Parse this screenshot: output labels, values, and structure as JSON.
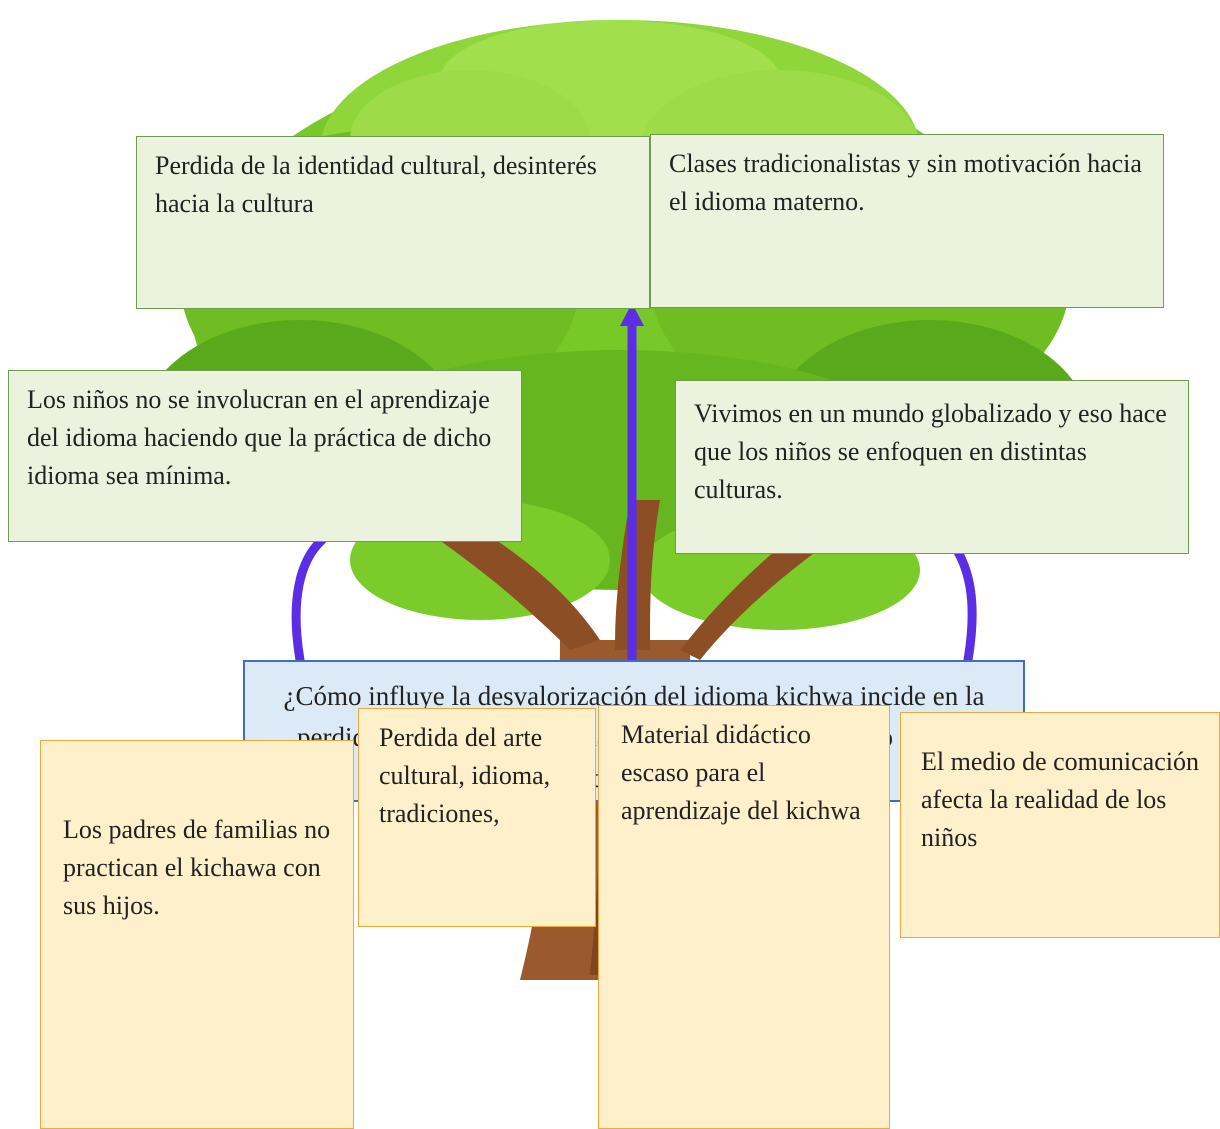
{
  "effects": {
    "top_left": "Perdida de la identidad cultural, desinterés hacia la cultura",
    "top_right": "Clases tradicionalistas y sin motivación hacia el idioma materno.",
    "mid_left": "Los niños no se involucran en el aprendizaje del idioma haciendo que la práctica de dicho idioma sea mínima.",
    "mid_right": "Vivimos en un mundo globalizado y eso hace que los niños se enfoquen en distintas culturas."
  },
  "problem": "¿Cómo influye la desvalorización del idioma kichwa incide en la perdida de la lengua materna de los niños de 6to y 7mo año de educación básica media de la Escuela",
  "causes": {
    "c1": "Los padres de familias no practican el kichawa con sus hijos.",
    "c2": "Perdida del arte cultural, idioma, tradiciones,",
    "c3": "Material didáctico escaso para el aprendizaje del kichwa",
    "c4": "El medio de comunicación afecta la realidad de los niños"
  },
  "colors": {
    "effect_box": "#ebf3df",
    "problem_box": "#dce9f7",
    "cause_box": "#fff0cc",
    "connector": "#5b2ee6",
    "foliage": "#7bcc2a",
    "trunk": "#9a5a2e"
  }
}
